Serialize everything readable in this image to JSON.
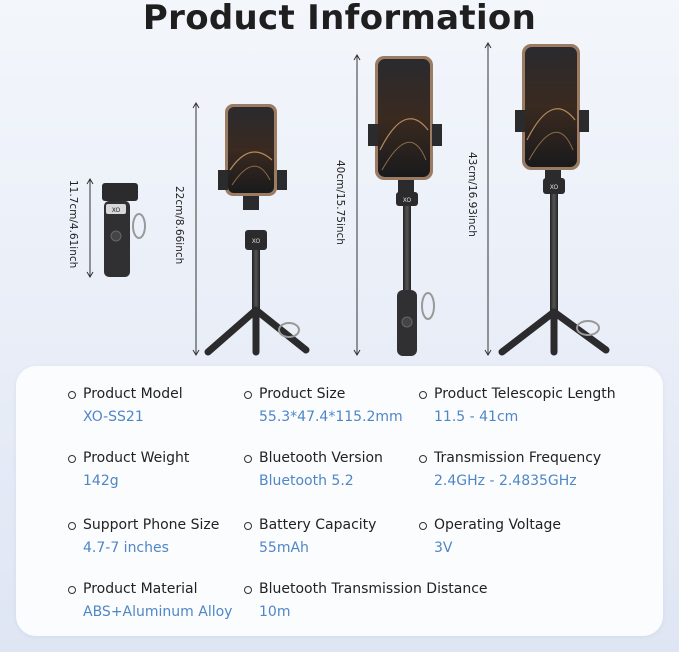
{
  "title": "Product Information",
  "dimensions": {
    "folded": "11.7cm/4.61inch",
    "short": "22cm/8.66inch",
    "selfie": "40cm/15.75inch",
    "tripod": "43cm/16.93inch"
  },
  "device_logo": "XO",
  "specs": [
    {
      "label": "Product Model",
      "value": "XO-SS21"
    },
    {
      "label": "Product Size",
      "value": "55.3*47.4*115.2mm"
    },
    {
      "label": "Product Telescopic Length",
      "value": "11.5 - 41cm"
    },
    {
      "label": "Product Weight",
      "value": "142g"
    },
    {
      "label": "Bluetooth Version",
      "value": "Bluetooth 5.2"
    },
    {
      "label": "Transmission Frequency",
      "value": "2.4GHz - 2.4835GHz"
    },
    {
      "label": "Support Phone Size",
      "value": "4.7-7 inches"
    },
    {
      "label": "Battery Capacity",
      "value": "55mAh"
    },
    {
      "label": "Operating Voltage",
      "value": "3V"
    },
    {
      "label": "Product Material",
      "value": "ABS+Aluminum Alloy"
    },
    {
      "label": "Bluetooth Transmission Distance",
      "value": "10m"
    }
  ]
}
